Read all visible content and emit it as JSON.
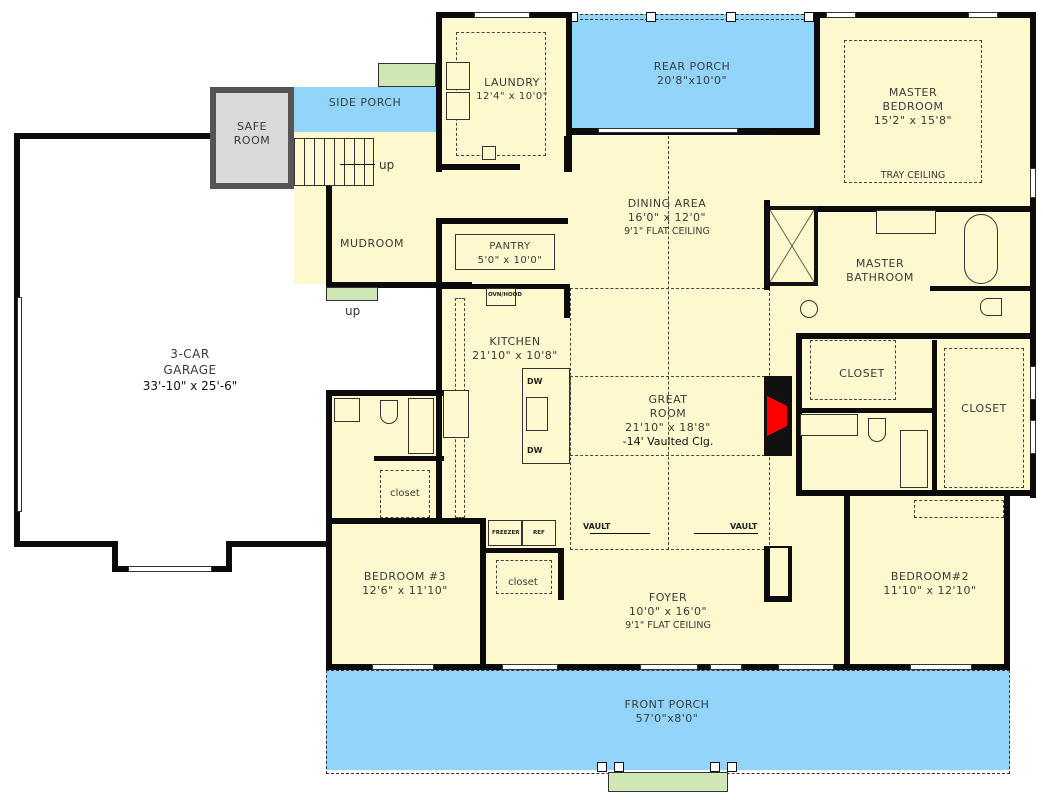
{
  "plan": {
    "colors": {
      "interior": "#fdf8cd",
      "porch": "#93d4fb",
      "wall": "#0b0b0b",
      "safe_room": "#d9d9d9",
      "steps": "#cfe7b4",
      "fireplace": "#ff0000",
      "garage": "#ffffff"
    },
    "rooms": {
      "garage": {
        "name_line1": "3-CAR",
        "name_line2": "GARAGE",
        "dims": "33'-10\" x 25'-6\""
      },
      "safe_room": {
        "name_line1": "SAFE",
        "name_line2": "ROOM"
      },
      "side_porch": {
        "name": "SIDE PORCH"
      },
      "laundry": {
        "name": "LAUNDRY",
        "dims": "12'4\" x 10'0\""
      },
      "rear_porch": {
        "name": "REAR PORCH",
        "dims": "20'8\"x10'0\""
      },
      "master_bedroom": {
        "name_line1": "MASTER",
        "name_line2": "BEDROOM",
        "dims": "15'2\" x 15'8\"",
        "ceiling": "TRAY CEILING"
      },
      "dining_area": {
        "name": "DINING AREA",
        "dims": "16'0\" x 12'0\"",
        "ceiling": "9'1\" FLAT CEILING"
      },
      "mudroom": {
        "name": "MUDROOM"
      },
      "pantry": {
        "name": "PANTRY",
        "dims": "5'0\" x 10'0\""
      },
      "master_bathroom": {
        "name_line1": "MASTER",
        "name_line2": "BATHROOM"
      },
      "kitchen": {
        "name": "KITCHEN",
        "dims": "21'10\" x 10'8\""
      },
      "great_room": {
        "name_line1": "GREAT",
        "name_line2": "ROOM",
        "dims": "21'10\" x 18'8\"",
        "ceiling": "-14' Vaulted Clg."
      },
      "closet_master_1": {
        "name": "CLOSET"
      },
      "closet_master_2": {
        "name": "CLOSET"
      },
      "bedroom3": {
        "name": "BEDROOM #3",
        "dims": "12'6\" x 11'10\""
      },
      "bedroom3_closet": {
        "name": "closet"
      },
      "foyer_closet": {
        "name": "closet"
      },
      "foyer": {
        "name": "FOYER",
        "dims": "10'0\" x 16'0\"",
        "ceiling": "9'1\" FLAT CEILING"
      },
      "bedroom2": {
        "name": "BEDROOM#2",
        "dims": "11'10\" x 12'10\""
      },
      "front_porch": {
        "name": "FRONT PORCH",
        "dims": "57'0\"x8'0\""
      }
    },
    "annotations": {
      "stair_up": "up",
      "mudroom_up": "up",
      "vault_left": "VAULT",
      "vault_right": "VAULT",
      "dw_top": "DW",
      "dw_bottom": "DW",
      "oven_hood": "OVN/HOOD",
      "freezer": "FREEZER",
      "ref": "REF"
    }
  }
}
